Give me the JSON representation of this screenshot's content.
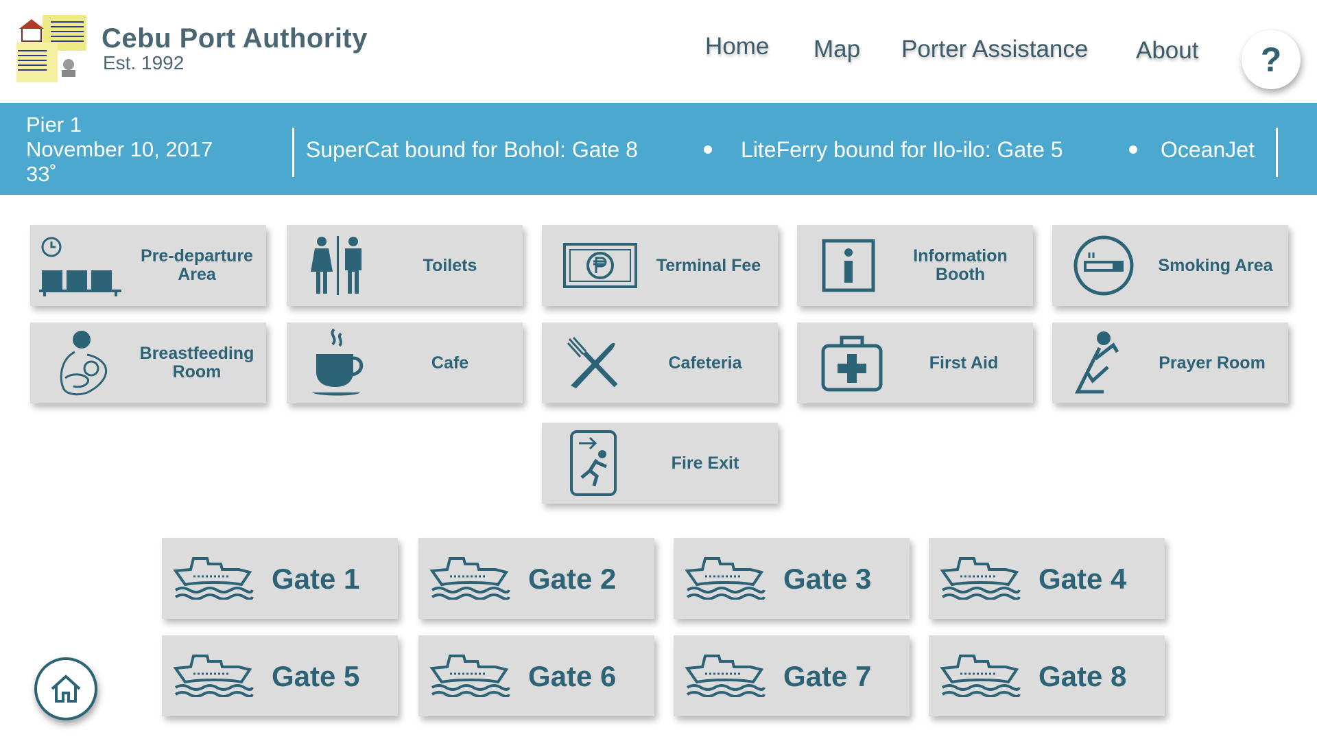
{
  "header": {
    "title": "Cebu Port Authority",
    "subtitle": "Est. 1992",
    "nav": [
      {
        "label": "Home",
        "icon": "none"
      },
      {
        "label": "Map"
      },
      {
        "label": "Porter Assistance"
      },
      {
        "label": "About"
      }
    ],
    "help_label": "?"
  },
  "banner": {
    "pier": "Pier 1",
    "date": "November 10, 2017",
    "temperature": "33˚",
    "ticker": [
      "SuperCat bound for Bohol: Gate 8",
      "LiteFerry bound for Ilo-ilo: Gate 5",
      "OceanJet"
    ]
  },
  "facilities": [
    {
      "label": "Pre-departure Area",
      "icon": "waiting-seats-icon"
    },
    {
      "label": "Toilets",
      "icon": "restroom-icon"
    },
    {
      "label": "Terminal Fee",
      "icon": "peso-bill-icon"
    },
    {
      "label": "Information Booth",
      "icon": "info-icon"
    },
    {
      "label": "Smoking Area",
      "icon": "cigarette-icon"
    },
    {
      "label": "Breastfeeding Room",
      "icon": "breastfeeding-icon"
    },
    {
      "label": "Cafe",
      "icon": "coffee-cup-icon"
    },
    {
      "label": "Cafeteria",
      "icon": "fork-knife-icon"
    },
    {
      "label": "First Aid",
      "icon": "first-aid-kit-icon"
    },
    {
      "label": "Prayer Room",
      "icon": "kneeling-person-icon"
    },
    {
      "label": "Fire Exit",
      "icon": "fire-exit-icon"
    }
  ],
  "gates": [
    {
      "label": "Gate 1"
    },
    {
      "label": "Gate 2"
    },
    {
      "label": "Gate 3"
    },
    {
      "label": "Gate 4"
    },
    {
      "label": "Gate 5"
    },
    {
      "label": "Gate 6"
    },
    {
      "label": "Gate 7"
    },
    {
      "label": "Gate 8"
    }
  ],
  "colors": {
    "accent": "#4ba9cf",
    "tile": "#dcdcdd",
    "icon": "#2c6376"
  }
}
